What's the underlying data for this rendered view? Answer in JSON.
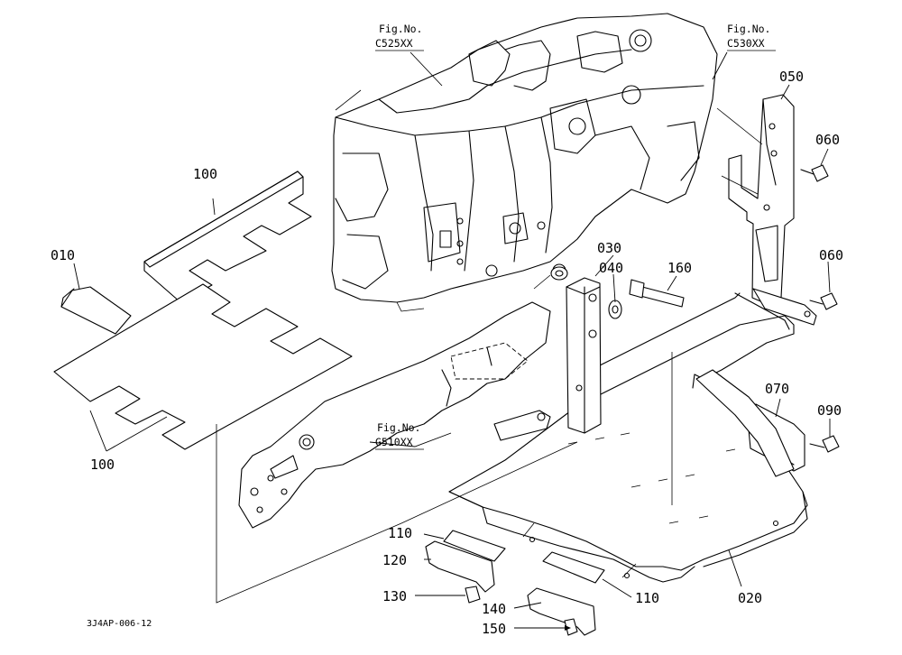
{
  "figure_refs": {
    "c525": {
      "line1": "Fig.No.",
      "line2": "C525XX"
    },
    "c530": {
      "line1": "Fig.No.",
      "line2": "C530XX"
    },
    "g510": {
      "line1": "Fig.No.",
      "line2": "G510XX"
    }
  },
  "part_labels": {
    "p010": "010",
    "p020": "020",
    "p030": "030",
    "p040": "040",
    "p050": "050",
    "p060a": "060",
    "p060b": "060",
    "p070": "070",
    "p090": "090",
    "p100a": "100",
    "p100b": "100",
    "p110a": "110",
    "p110b": "110",
    "p120": "120",
    "p130": "130",
    "p140": "140",
    "p150": "150",
    "p160": "160"
  },
  "drawing_code": "3J4AP-006-12"
}
